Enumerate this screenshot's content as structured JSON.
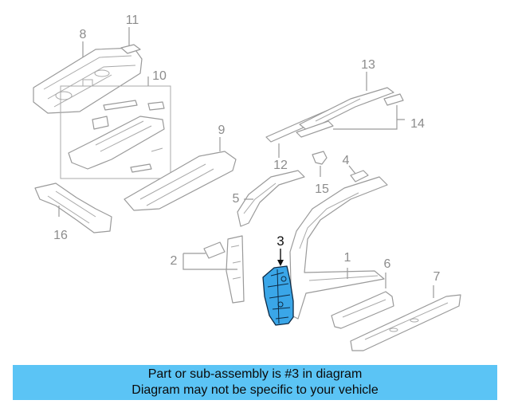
{
  "diagram": {
    "callouts": {
      "c1": "1",
      "c2": "2",
      "c3": "3",
      "c4": "4",
      "c5": "5",
      "c6": "6",
      "c7": "7",
      "c8": "8",
      "c9": "9",
      "c10": "10",
      "c11": "11",
      "c12": "12",
      "c13": "13",
      "c14": "14",
      "c15": "15",
      "c16": "16"
    },
    "highlighted_part": "3",
    "highlight_color": "#3aa6e8"
  },
  "banner": {
    "line1": "Part or sub-assembly is #3 in diagram",
    "line2": "Diagram may not be specific to your vehicle",
    "background": "#5bc4f5"
  }
}
